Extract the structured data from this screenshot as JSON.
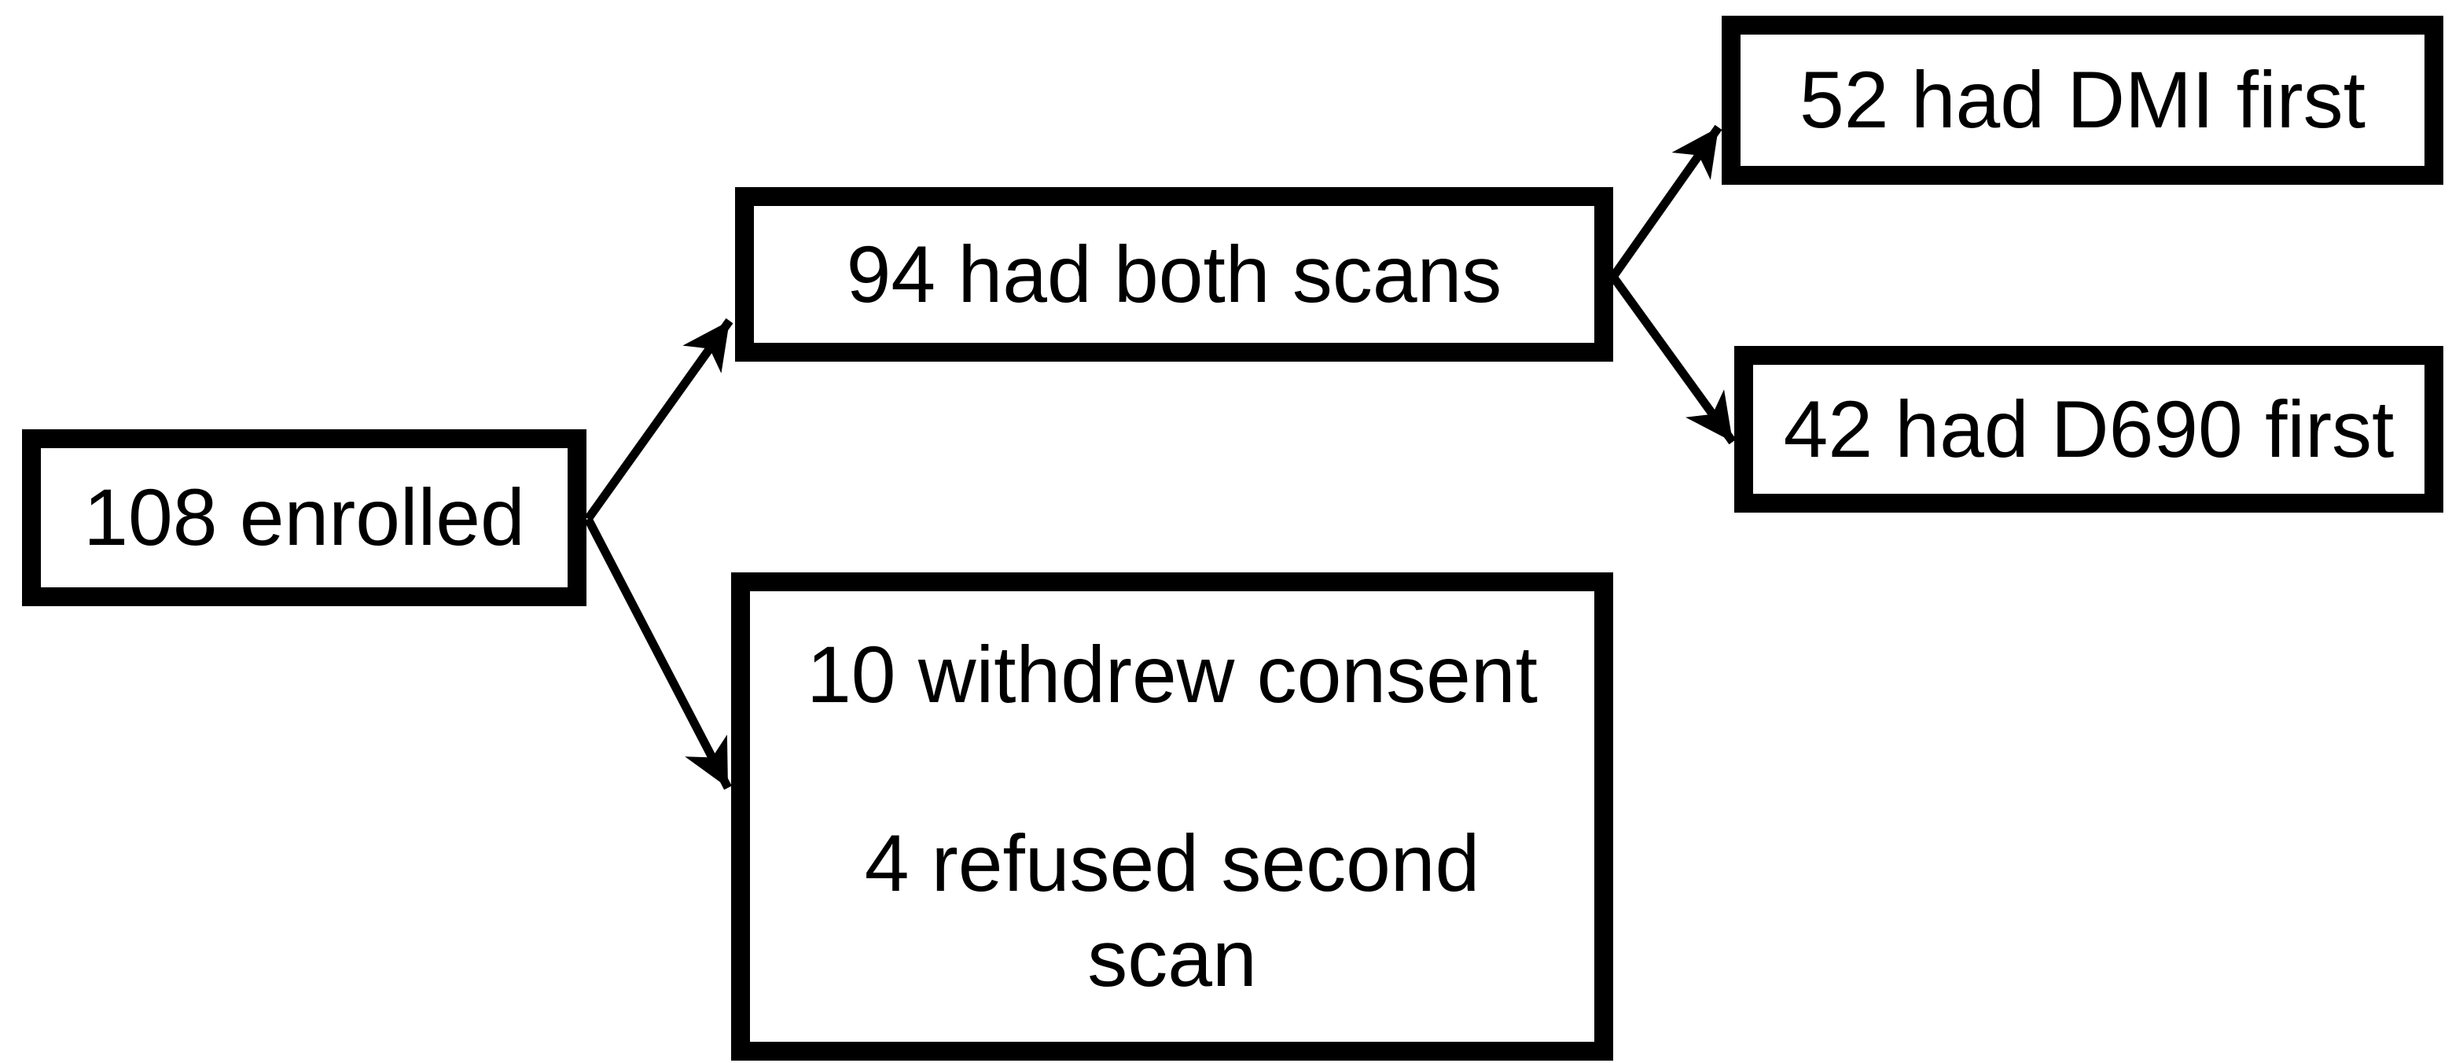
{
  "diagram": {
    "type": "flowchart",
    "background_color": "#ffffff",
    "stroke_color": "#000000",
    "nodes": {
      "enrolled": {
        "label": "108 enrolled"
      },
      "both_scans": {
        "label": "94 had both scans"
      },
      "dmi_first": {
        "label": "52 had DMI first"
      },
      "d690_first": {
        "label": "42 had D690 first"
      },
      "dropouts": {
        "line1": "10 withdrew consent",
        "line2": "4 refused second scan"
      }
    },
    "edges": [
      {
        "from": "enrolled",
        "to": "both_scans"
      },
      {
        "from": "enrolled",
        "to": "dropouts"
      },
      {
        "from": "both_scans",
        "to": "dmi_first"
      },
      {
        "from": "both_scans",
        "to": "d690_first"
      }
    ]
  }
}
